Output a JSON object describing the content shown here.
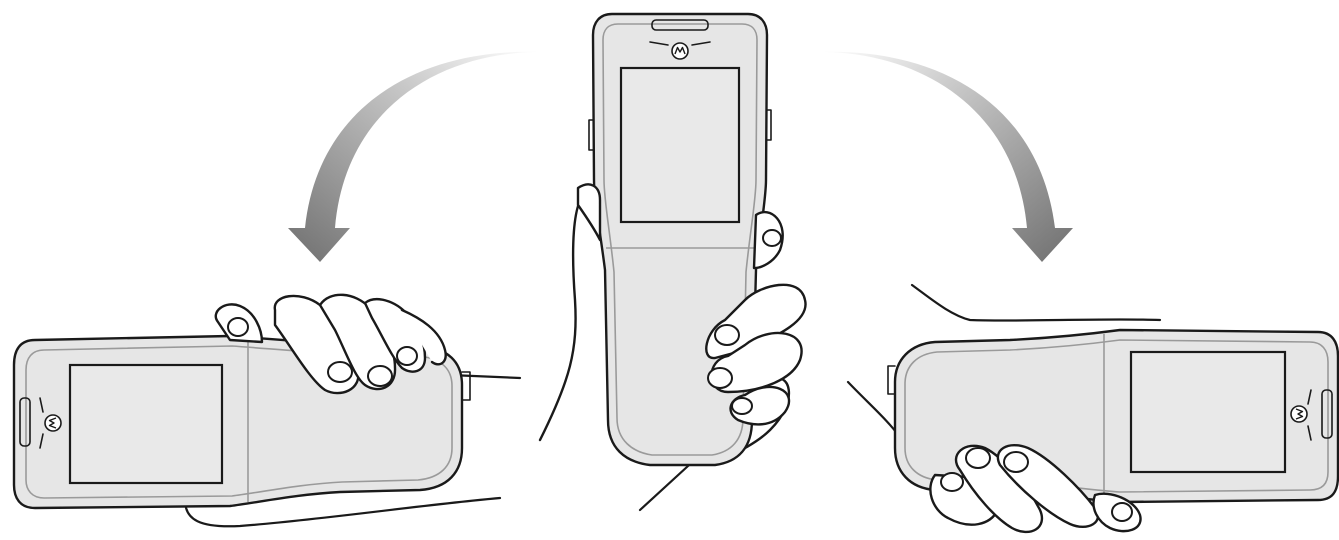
{
  "figure": {
    "views": [
      {
        "orientation": "landscape-left"
      },
      {
        "orientation": "portrait"
      },
      {
        "orientation": "landscape-right"
      }
    ],
    "arrows": [
      {
        "direction": "counterclockwise"
      },
      {
        "direction": "clockwise"
      }
    ],
    "colors": {
      "outline": "#1a1a1a",
      "device_body": "#e6e6e6",
      "bezel": "#9a9a9a",
      "arrow": "#7a7a7a"
    }
  }
}
